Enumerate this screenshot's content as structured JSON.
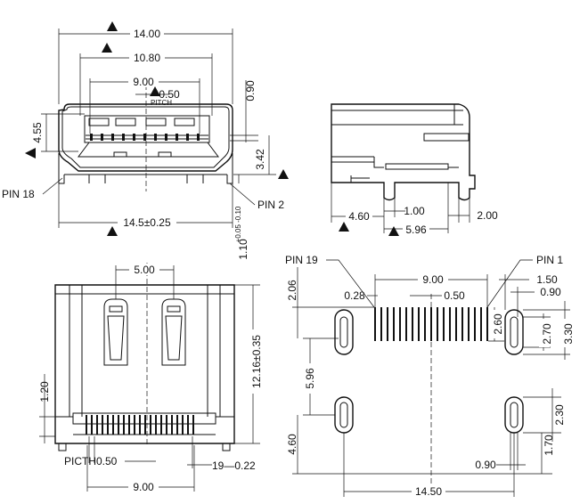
{
  "front_view": {
    "dim_width_total": "14.00",
    "dim_width_inner": "10.80",
    "dim_width_contacts": "9.00",
    "dim_pitch": "0.50",
    "dim_pitch_small_label": "PITCH",
    "dim_height_opening": "4.55",
    "dim_right_top": "0.90",
    "dim_right_mid": "3.42",
    "dim_bottom_width": "14.5±0.25",
    "dim_bottom_height": "1.10",
    "dim_tolerance": "+0.05\n-0.10",
    "pin_left_label": "PIN 18",
    "pin_right_label": "PIN 2"
  },
  "side_view": {
    "dim_left": "4.60",
    "dim_mid": "1.00",
    "dim_right": "2.00",
    "dim_bottom": "5.96"
  },
  "top_view": {
    "dim_top": "5.00",
    "dim_height": "12.16±0.35",
    "dim_left": "1.20",
    "pitch_label": "PICTH0.50",
    "pins_label": "19—0.22",
    "dim_bottom": "9.00"
  },
  "pcb_layout": {
    "pin19_label": "PIN 19",
    "pin1_label": "PIN 1",
    "dim_contact_span": "9.00",
    "dim_pitch": "0.50",
    "dim_pad_width": "0.28",
    "dim_right_150": "1.50",
    "dim_right_090": "0.90",
    "dim_left_top": "2.06",
    "dim_260": "2.60",
    "dim_270": "2.70",
    "dim_330": "3.30",
    "dim_596": "5.96",
    "dim_460": "4.60",
    "dim_230": "2.30",
    "dim_170": "1.70",
    "dim_bottom_090": "0.90",
    "dim_total": "14.50"
  }
}
